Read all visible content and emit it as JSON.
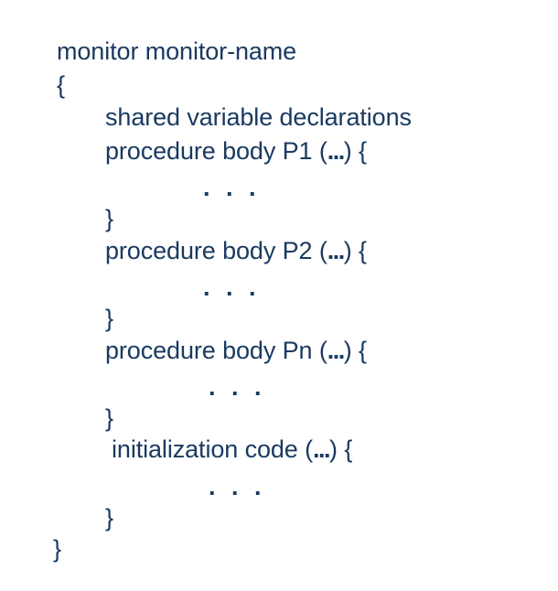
{
  "figure": {
    "kind": "pseudocode-listing",
    "background_color": "#ffffff",
    "text_color": "#1a3a60",
    "lines": [
      {
        "id": "monitor-header",
        "text": "monitor monitor-name",
        "indent": 0
      },
      {
        "id": "monitor-open-brace",
        "text": "{",
        "indent": 0
      },
      {
        "id": "shared-declarations",
        "text": "shared variable declarations",
        "indent": 1
      },
      {
        "id": "procedure-p1-header",
        "pre": "procedure body P1 (",
        "ellipsis": "...",
        "post": ") {",
        "indent": 1
      },
      {
        "id": "procedure-p1-body",
        "text": ". . .",
        "indent": 2
      },
      {
        "id": "procedure-p1-close",
        "text": "}",
        "indent": 1
      },
      {
        "id": "procedure-p2-header",
        "pre": "procedure body P2 (",
        "ellipsis": "...",
        "post": ") {",
        "indent": 1
      },
      {
        "id": "procedure-p2-body",
        "text": ". . .",
        "indent": 2
      },
      {
        "id": "procedure-p2-close",
        "text": "}",
        "indent": 1
      },
      {
        "id": "procedure-pn-header",
        "pre": "procedure body Pn (",
        "ellipsis": "...",
        "post": ") {",
        "indent": 1
      },
      {
        "id": "procedure-pn-body",
        "text": ". . .",
        "indent": 2
      },
      {
        "id": "procedure-pn-close",
        "text": "}",
        "indent": 1
      },
      {
        "id": "initialization-header",
        "pre": "initialization code (",
        "ellipsis": "...",
        "post": ") {",
        "indent": 1
      },
      {
        "id": "initialization-body",
        "text": ". . .",
        "indent": 2
      },
      {
        "id": "initialization-close",
        "text": "}",
        "indent": 1
      },
      {
        "id": "monitor-close-brace",
        "text": "}",
        "indent": 0
      }
    ]
  }
}
